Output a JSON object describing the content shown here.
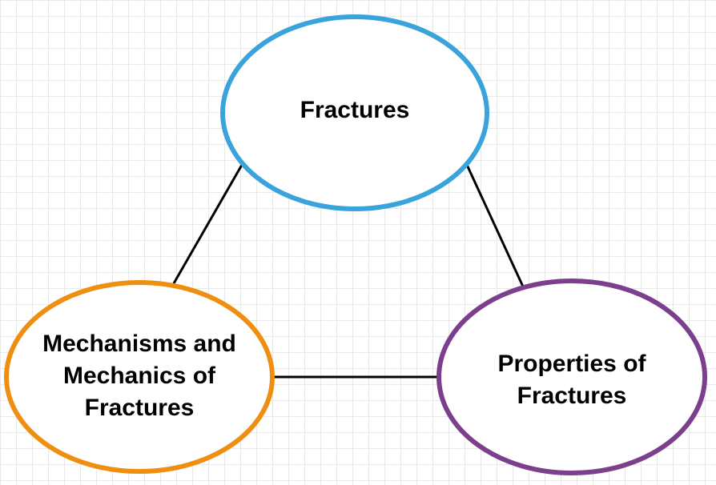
{
  "nodes": {
    "fractures": {
      "label": "Fractures",
      "stroke": "#3aa3dc"
    },
    "mechanisms": {
      "label": "Mechanisms and Mechanics of Fractures",
      "stroke": "#ee8f12"
    },
    "properties": {
      "label": "Properties of Fractures",
      "stroke": "#7b3f8c"
    }
  },
  "edges": [
    {
      "from": "fractures",
      "to": "mechanisms"
    },
    {
      "from": "fractures",
      "to": "properties"
    },
    {
      "from": "mechanisms",
      "to": "properties"
    }
  ],
  "colors": {
    "edge": "#000000",
    "grid": "#e9e9e9",
    "background": "#ffffff"
  }
}
